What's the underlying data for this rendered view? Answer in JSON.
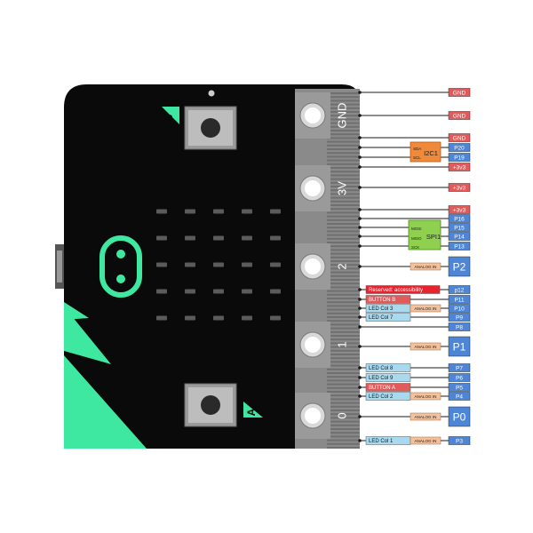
{
  "board": {
    "button_a": "A",
    "button_b": "B",
    "pad_labels": [
      "GND",
      "3V",
      "2",
      "1",
      "0"
    ]
  },
  "pins": [
    {
      "id": "gnd-1",
      "label": "GND",
      "color": "#e25a5a"
    },
    {
      "id": "gnd-2",
      "label": "GND",
      "color": "#e25a5a"
    },
    {
      "id": "gnd-3",
      "label": "GND",
      "color": "#e25a5a"
    },
    {
      "id": "p20",
      "label": "P20",
      "color": "#4d86d6"
    },
    {
      "id": "p19",
      "label": "P19",
      "color": "#4d86d6"
    },
    {
      "id": "v3-1",
      "label": "+3v3",
      "color": "#e25a5a"
    },
    {
      "id": "v3-2",
      "label": "+3v3",
      "color": "#e25a5a"
    },
    {
      "id": "v3-3",
      "label": "+3v3",
      "color": "#e25a5a"
    },
    {
      "id": "p16",
      "label": "P16",
      "color": "#4d86d6"
    },
    {
      "id": "p15",
      "label": "P15",
      "color": "#4d86d6"
    },
    {
      "id": "p14",
      "label": "P14",
      "color": "#4d86d6"
    },
    {
      "id": "p13",
      "label": "P13",
      "color": "#4d86d6"
    },
    {
      "id": "p2",
      "label": "P2",
      "color": "#4d86d6",
      "big": true,
      "analog": "ANALOG IN"
    },
    {
      "id": "p12",
      "label": "p12",
      "color": "#4d86d6",
      "fn": "Reserved: accessibility",
      "fn_color": "#e8232e"
    },
    {
      "id": "p11",
      "label": "P11",
      "color": "#4d86d6",
      "fn": "BUTTON B",
      "fn_color": "#e25a5a"
    },
    {
      "id": "p10",
      "label": "P10",
      "color": "#4d86d6",
      "fn": "LED Col 3",
      "fn_color": "#a9d9ee",
      "analog": "ANALOG IN"
    },
    {
      "id": "p9",
      "label": "P9",
      "color": "#4d86d6",
      "fn": "LED Col 7",
      "fn_color": "#a9d9ee"
    },
    {
      "id": "p8",
      "label": "P8",
      "color": "#4d86d6"
    },
    {
      "id": "p1",
      "label": "P1",
      "color": "#4d86d6",
      "big": true,
      "analog": "ANALOG IN"
    },
    {
      "id": "p7",
      "label": "P7",
      "color": "#4d86d6",
      "fn": "LED Col 8",
      "fn_color": "#a9d9ee"
    },
    {
      "id": "p6",
      "label": "P6",
      "color": "#4d86d6",
      "fn": "LED Col 9",
      "fn_color": "#a9d9ee"
    },
    {
      "id": "p5",
      "label": "P5",
      "color": "#4d86d6",
      "fn": "BUTTON A",
      "fn_color": "#e25a5a"
    },
    {
      "id": "p4",
      "label": "P4",
      "color": "#4d86d6",
      "fn": "LED Col 2",
      "fn_color": "#a9d9ee",
      "analog": "ANALOG IN"
    },
    {
      "id": "p0",
      "label": "P0",
      "color": "#4d86d6",
      "big": true,
      "analog": "ANALOG IN"
    },
    {
      "id": "p3",
      "label": "P3",
      "color": "#4d86d6",
      "fn": "LED Col 1",
      "fn_color": "#a9d9ee",
      "analog": "ANALOG IN"
    }
  ],
  "i2c": {
    "title": "I2C1",
    "sda": "SDA",
    "scl": "SCL",
    "color": "#f08a3a"
  },
  "spi": {
    "title": "SPI1",
    "mosi": "MOSI",
    "miso": "MISO",
    "sck": "SCK",
    "color": "#8fd14f"
  },
  "colors": {
    "board": "#0a0a0a",
    "accent": "#3ee8a0",
    "pad": "#8a8a8a",
    "analog_tag": "#f3c29d"
  }
}
